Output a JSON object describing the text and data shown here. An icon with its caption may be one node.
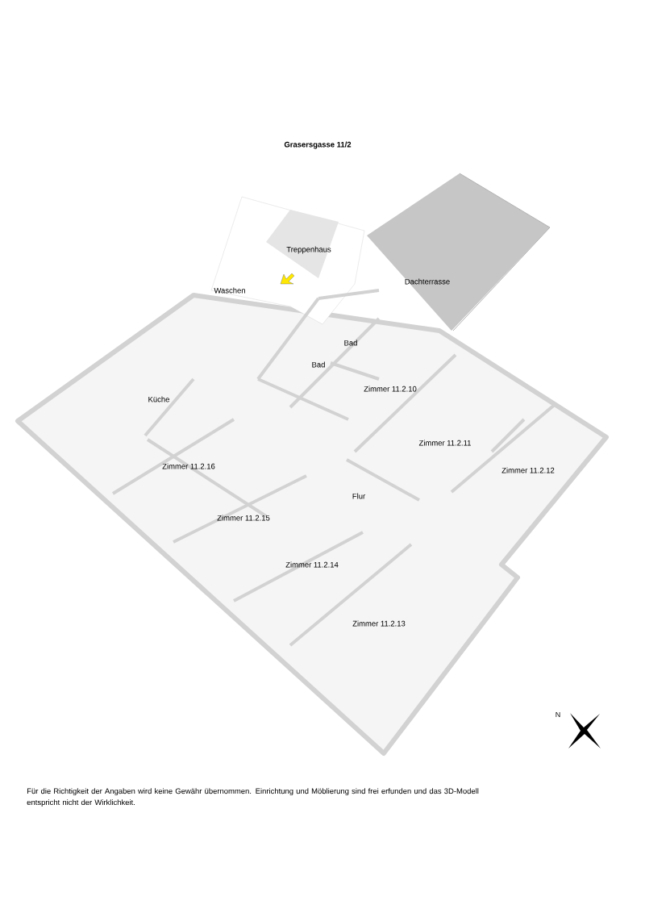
{
  "diagram": {
    "title": "Grasersgasse 11/2",
    "caption": "Für die Richtigkeit der Angaben wird keine Gewähr übernommen. Einrichtung und Möblierung sind frei erfunden und das 3D-Modell entspricht nicht der Wirklichkeit.",
    "labels": [
      "Treppenhaus",
      "Dachterrasse",
      "Waschen",
      "Bad",
      "Bad",
      "Zimmer 11.2.10",
      "Küche",
      "Zimmer 11.2.11",
      "Zimmer 11.2.16",
      "Zimmer 11.2.12",
      "Flur",
      "Zimmer 11.2.15",
      "Zimmer 11.2.14",
      "Zimmer 11.2.13",
      "N"
    ]
  }
}
